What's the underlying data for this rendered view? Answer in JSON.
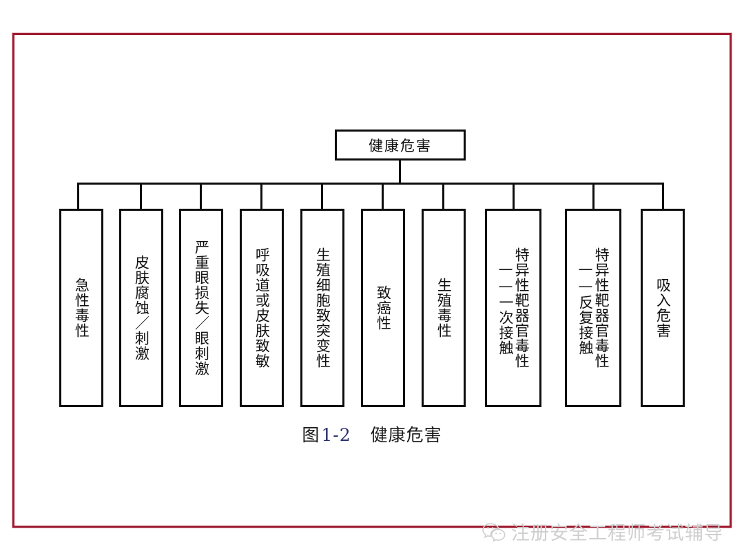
{
  "slide": {
    "frame_color": "#9e1b2f",
    "background": "#ffffff"
  },
  "diagram": {
    "type": "tree",
    "root": {
      "label": "健康危害"
    },
    "leaves": [
      {
        "label": "急性毒性",
        "wide": false
      },
      {
        "label": "皮肤腐蚀／刺激",
        "wide": false
      },
      {
        "label": "严重眼损失／眼刺激",
        "wide": false
      },
      {
        "label": "呼吸道或皮肤致敏",
        "wide": false
      },
      {
        "label": "生殖细胞致突变性",
        "wide": false
      },
      {
        "label": "致癌性",
        "wide": false
      },
      {
        "label": "生殖毒性",
        "wide": false
      },
      {
        "label": "特异性靶器官毒性——一次接触",
        "wide": true
      },
      {
        "label": "特异性靶器官毒性——反复接触",
        "wide": true
      },
      {
        "label": "吸入危害",
        "wide": false
      }
    ],
    "line_color": "#0d0d0d"
  },
  "caption": {
    "prefix": "图",
    "number": "1-2",
    "title": "健康危害"
  },
  "watermark": {
    "icon": "wechat-icon",
    "text": "注册安全工程师考试辅导",
    "color": "#cfcfcf"
  }
}
